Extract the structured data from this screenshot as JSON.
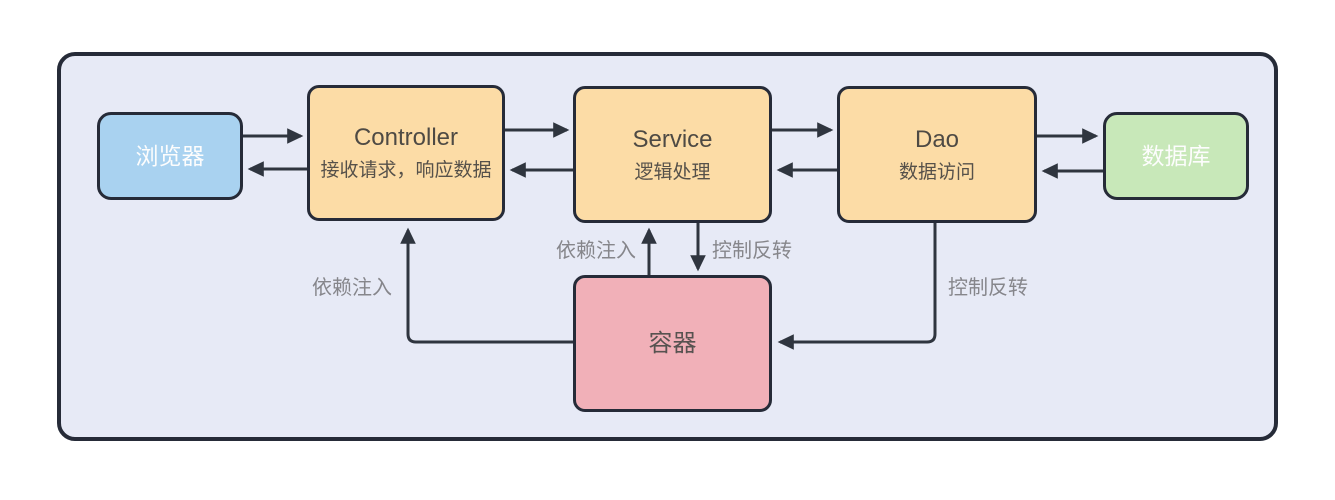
{
  "diagram": {
    "nodes": {
      "browser": {
        "label": "浏览器"
      },
      "controller": {
        "title": "Controller",
        "subtitle": "接收请求，响应数据"
      },
      "service": {
        "title": "Service",
        "subtitle": "逻辑处理"
      },
      "dao": {
        "title": "Dao",
        "subtitle": "数据访问"
      },
      "database": {
        "label": "数据库"
      },
      "container": {
        "label": "容器"
      }
    },
    "edge_labels": {
      "di_controller": "依赖注入",
      "di_service": "依赖注入",
      "ioc_service": "控制反转",
      "ioc_dao": "控制反转"
    },
    "colors": {
      "panel_bg": "#e7eaf6",
      "outline": "#262b38",
      "browser_fill": "#a9d2f0",
      "layer_fill": "#fcdca6",
      "database_fill": "#c8e8b9",
      "container_fill": "#f1b0b8",
      "arrow": "#2f353f",
      "edge_label": "#86868b"
    }
  }
}
